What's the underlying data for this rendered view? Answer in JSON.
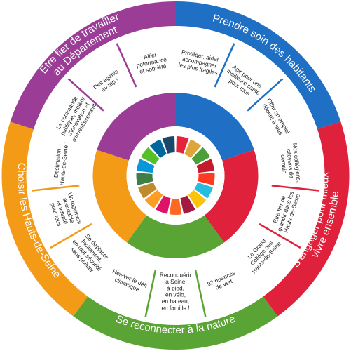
{
  "colors": {
    "blue": "#1f6fc4",
    "red": "#e0213b",
    "green": "#5aa335",
    "orange": "#f39a16",
    "purple": "#9b3d96",
    "white": "#ffffff"
  },
  "sections": [
    {
      "id": "care",
      "title_lines": [
        "Prendre soin des habitants"
      ],
      "color": "#1f6fc4",
      "items": [
        [
          "Protéger, aider,",
          "accompagner",
          "les plus fragiles"
        ],
        [
          "Agir pour une",
          "meilleure santé",
          "pour tous"
        ],
        [
          "Offrir un emploi",
          "décent à tous"
        ]
      ]
    },
    {
      "id": "engage",
      "title_lines": [
        "S'engager pour mieux",
        "vivre ensemble"
      ],
      "color": "#e0213b",
      "items": [
        [
          "Nos collégiens,",
          "citoyens de",
          "demain"
        ],
        [
          "Être fier de",
          "grandir dans les",
          "Hauts-de-Seine"
        ],
        [
          "Le Grand",
          "Collège des",
          "Hauts-de-Seine"
        ]
      ]
    },
    {
      "id": "nature",
      "title_lines": [
        "Se reconnecter à la nature"
      ],
      "color": "#5aa335",
      "items": [
        [
          "92 nuances",
          "de vert"
        ],
        [
          "Reconquérir",
          "la Seine,",
          "à pied,",
          "en vélo,",
          "en bateau,",
          "en famille !"
        ],
        [
          "Relever le défi",
          "climatique"
        ]
      ]
    },
    {
      "id": "choose",
      "title_lines": [
        "Choisir les Hauts-de-Seine"
      ],
      "color": "#f39a16",
      "items": [
        [
          "Se déplacer",
          "facilement,",
          "en tout sécurité",
          "sans polluer"
        ],
        [
          "Un logement",
          "abordable",
          "et adapté",
          "pour tous"
        ],
        [
          "Destination",
          "Hauts-de-Seine !"
        ]
      ]
    },
    {
      "id": "proud",
      "title_lines": [
        "Être fier de travailler",
        "au Département"
      ],
      "color": "#9b3d96",
      "items": [
        [
          "La commande",
          "publique, moteur",
          "d'innovation et",
          "d'investissement"
        ],
        [
          "Des agents",
          "au top !"
        ],
        [
          "Allier",
          "peformance",
          "et sobriété"
        ]
      ]
    }
  ],
  "sdg_colors": [
    "#e5243b",
    "#dda63a",
    "#4c9f38",
    "#c5192d",
    "#ff3a21",
    "#26bde2",
    "#fcc30b",
    "#a21942",
    "#fd6925",
    "#dd1367",
    "#fd9d24",
    "#bf8b2e",
    "#3f7e44",
    "#0a97d9",
    "#56c02b",
    "#00689d",
    "#19486a"
  ]
}
